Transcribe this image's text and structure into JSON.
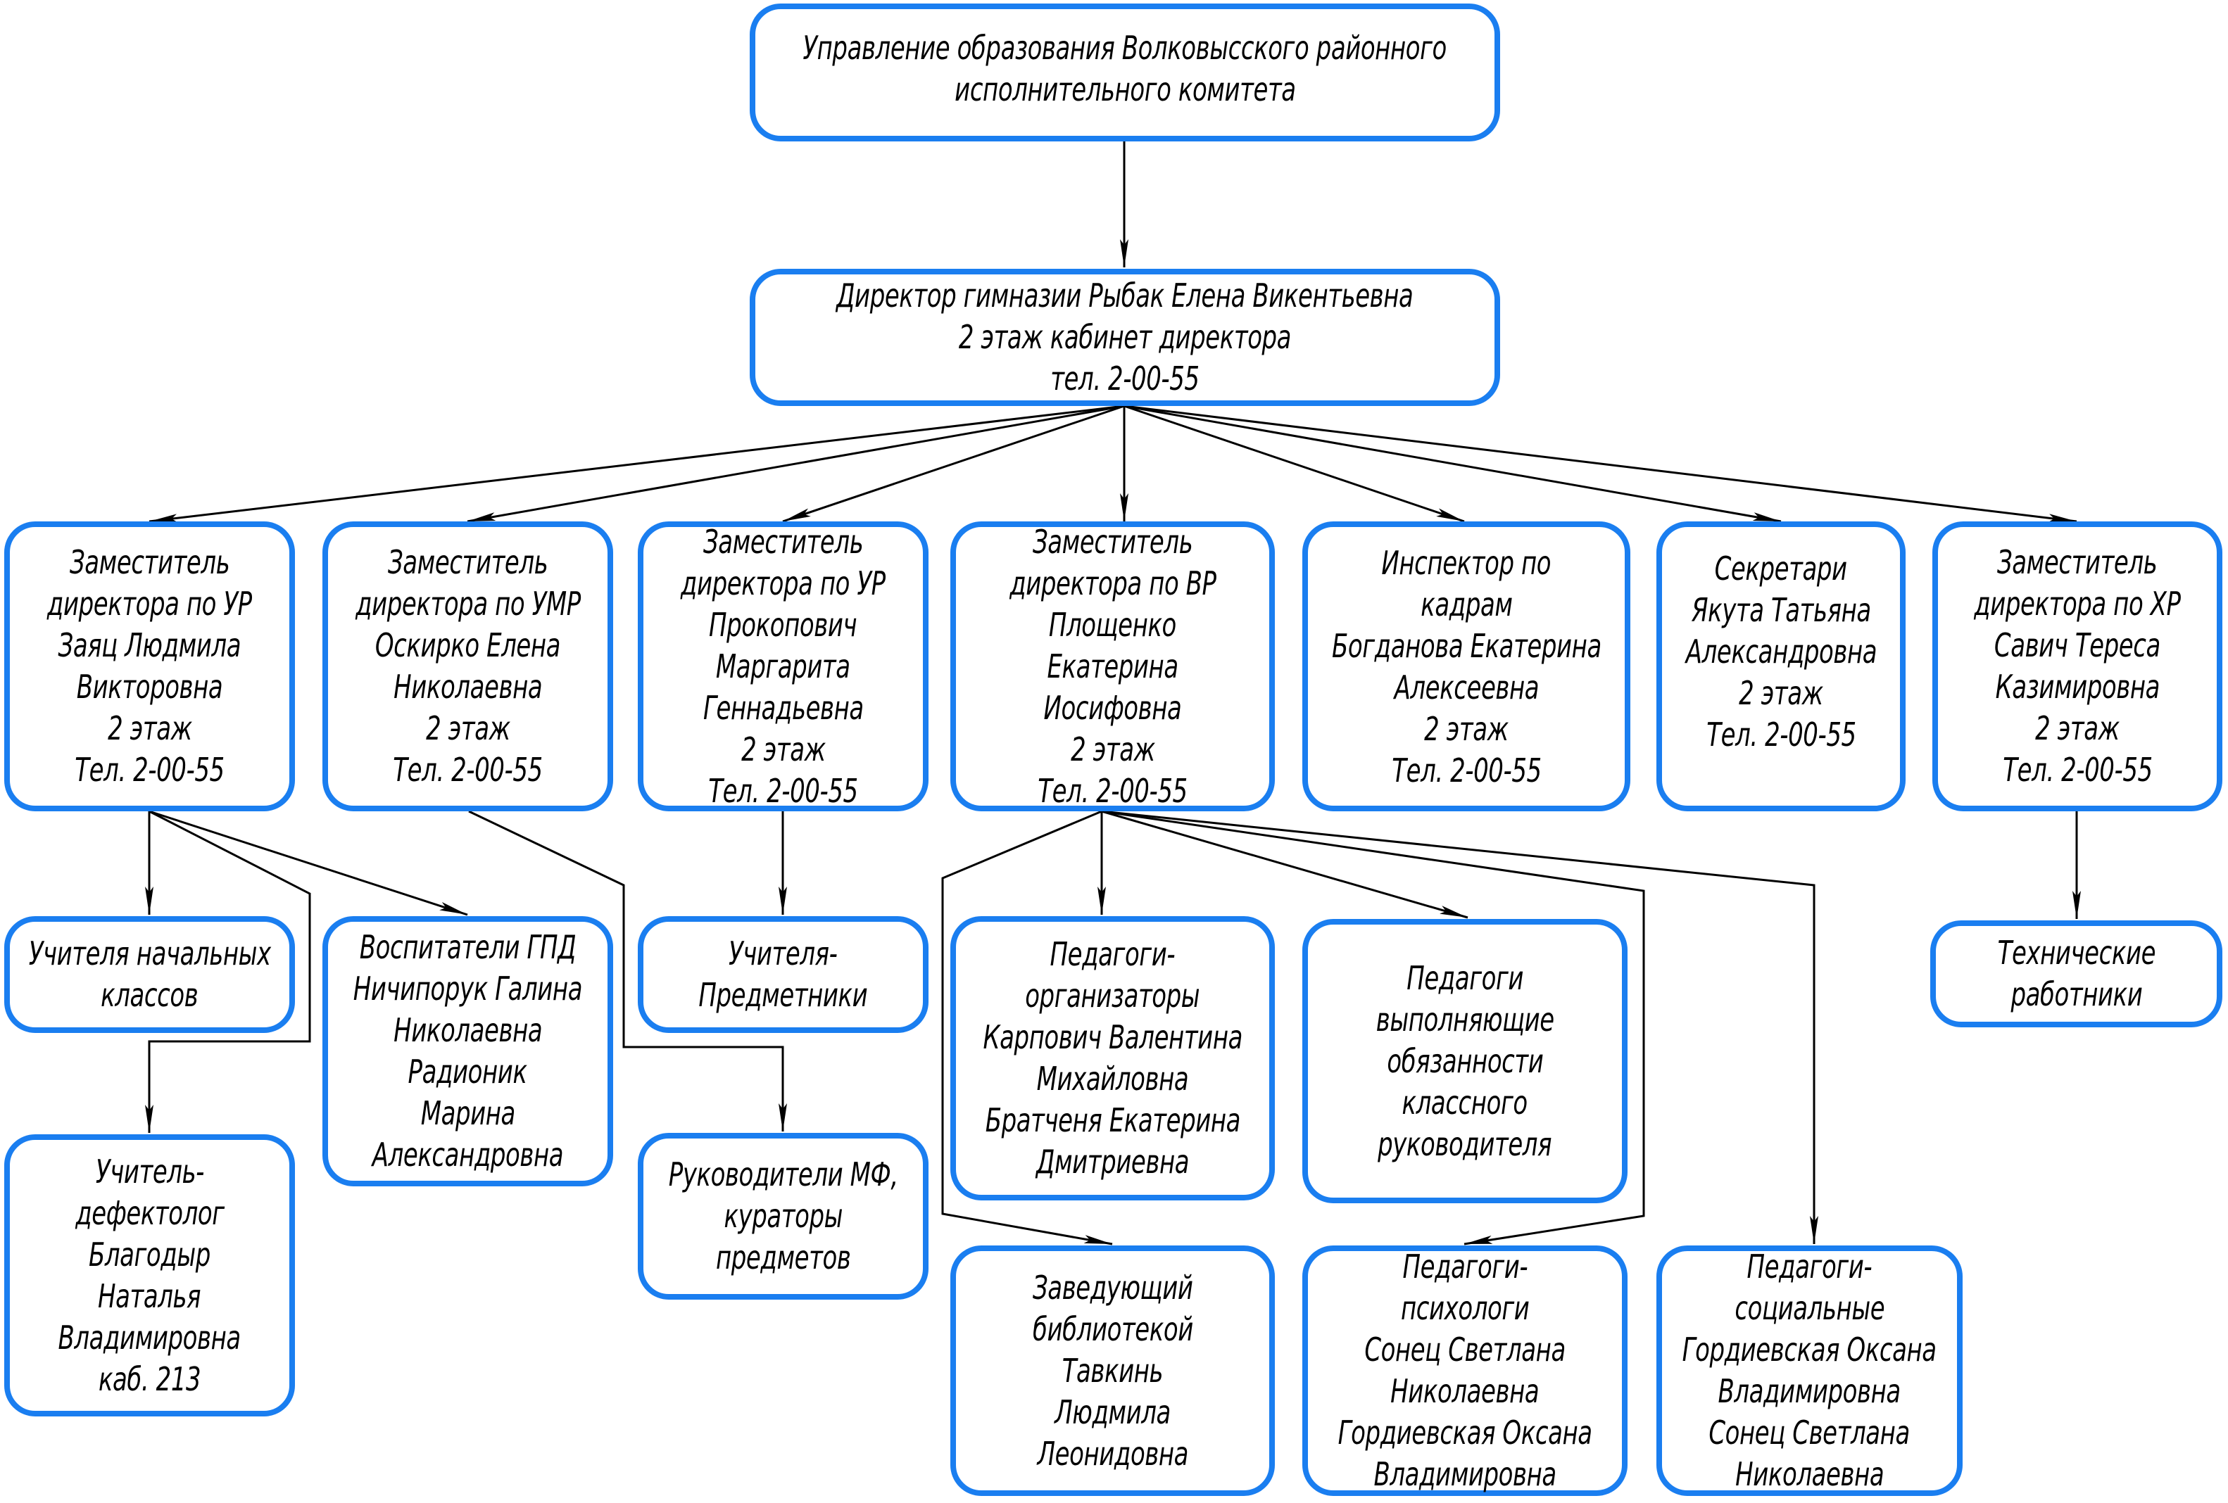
{
  "title": "Организационная структура гимназии",
  "colors": {
    "box_border": "#1a7ef0",
    "line": "#000000",
    "text": "#000000"
  },
  "nodes": {
    "uo": {
      "lines": [
        "Управление образования Волковысского районного",
        "исполнительного комитета"
      ]
    },
    "director": {
      "lines": [
        "Директор гимназии Рыбак Елена Викентьевна",
        "2 этаж кабинет директора",
        "тел. 2-00-55"
      ]
    },
    "dep_ur_1": {
      "lines": [
        "Заместитель",
        "директора по УР",
        "Заяц Людмила",
        "Викторовна",
        "2 этаж",
        "Тел. 2-00-55"
      ]
    },
    "dep_umr": {
      "lines": [
        "Заместитель",
        "директора по УМР",
        "Оскирко Елена",
        "Николаевна",
        "2 этаж",
        "Тел. 2-00-55"
      ]
    },
    "dep_ur_2": {
      "lines": [
        "Заместитель",
        "директора по УР",
        "Прокопович",
        "Маргарита",
        "Геннадьевна",
        "2 этаж",
        "Тел. 2-00-55"
      ]
    },
    "dep_vr": {
      "lines": [
        "Заместитель",
        "директора по ВР",
        "Площенко",
        "Екатерина",
        "Иосифовна",
        "2 этаж",
        "Тел. 2-00-55"
      ]
    },
    "hr_inspector": {
      "lines": [
        "Инспектор по",
        "кадрам",
        "Богданова Екатерина",
        "Алексеевна",
        "2 этаж",
        "Тел. 2-00-55"
      ]
    },
    "secretary": {
      "lines": [
        "Секретари",
        "Якута Татьяна",
        "Александровна",
        "2 этаж",
        "Тел. 2-00-55"
      ]
    },
    "dep_hr": {
      "lines": [
        "Заместитель",
        "директора по ХР",
        "Савич Тереса",
        "Казимировна",
        "2 этаж",
        "Тел. 2-00-55"
      ]
    },
    "primary_teachers": {
      "lines": [
        "Учителя начальных",
        "классов"
      ]
    },
    "gpd_tutors": {
      "lines": [
        "Воспитатели ГПД",
        "Ничипорук Галина",
        "Николаевна",
        "Радионик",
        "Марина",
        "Александровна"
      ]
    },
    "subject_teachers": {
      "lines": [
        "Учителя-",
        "Предметники"
      ]
    },
    "organizers": {
      "lines": [
        "Педагоги-",
        "организаторы",
        "Карпович Валентина",
        "Михайловна",
        "Братченя Екатерина",
        "Дмитриевна"
      ]
    },
    "class_teachers": {
      "lines": [
        "Педагоги",
        "выполняющие",
        "обязанности",
        "классного",
        "руководителя"
      ]
    },
    "tech_staff": {
      "lines": [
        "Технические",
        "работники"
      ]
    },
    "defectologist": {
      "lines": [
        "Учитель-",
        "дефектолог",
        "Благодыр",
        "Наталья",
        "Владимировна",
        "каб. 213"
      ]
    },
    "mf_heads": {
      "lines": [
        "Руководители МФ,",
        "кураторы",
        "предметов"
      ]
    },
    "librarian": {
      "lines": [
        "Заведующий",
        "библиотекой",
        "Тавкинь",
        "Людмила",
        "Леонидовна"
      ]
    },
    "psychologists": {
      "lines": [
        "Педагоги-",
        "психологи",
        "Сонец Светлана",
        "Николаевна",
        "Гордиевская Оксана",
        "Владимировна"
      ]
    },
    "social_pedagogues": {
      "lines": [
        "Педагоги-",
        "социальные",
        "Гордиевская Оксана",
        "Владимировна",
        "Сонец Светлана",
        "Николаевна"
      ]
    }
  },
  "edges": [
    {
      "from": "uo",
      "to": "director"
    },
    {
      "from": "director",
      "to": "dep_ur_1"
    },
    {
      "from": "director",
      "to": "dep_umr"
    },
    {
      "from": "director",
      "to": "dep_ur_2"
    },
    {
      "from": "director",
      "to": "dep_vr"
    },
    {
      "from": "director",
      "to": "hr_inspector"
    },
    {
      "from": "director",
      "to": "secretary"
    },
    {
      "from": "director",
      "to": "dep_hr"
    },
    {
      "from": "dep_ur_1",
      "to": "primary_teachers"
    },
    {
      "from": "dep_ur_1",
      "to": "gpd_tutors"
    },
    {
      "from": "dep_ur_1",
      "to": "defectologist"
    },
    {
      "from": "dep_umr",
      "to": "mf_heads"
    },
    {
      "from": "dep_ur_2",
      "to": "subject_teachers"
    },
    {
      "from": "dep_vr",
      "to": "organizers"
    },
    {
      "from": "dep_vr",
      "to": "class_teachers"
    },
    {
      "from": "dep_vr",
      "to": "librarian"
    },
    {
      "from": "dep_vr",
      "to": "psychologists"
    },
    {
      "from": "dep_vr",
      "to": "social_pedagogues"
    },
    {
      "from": "dep_hr",
      "to": "tech_staff"
    }
  ]
}
